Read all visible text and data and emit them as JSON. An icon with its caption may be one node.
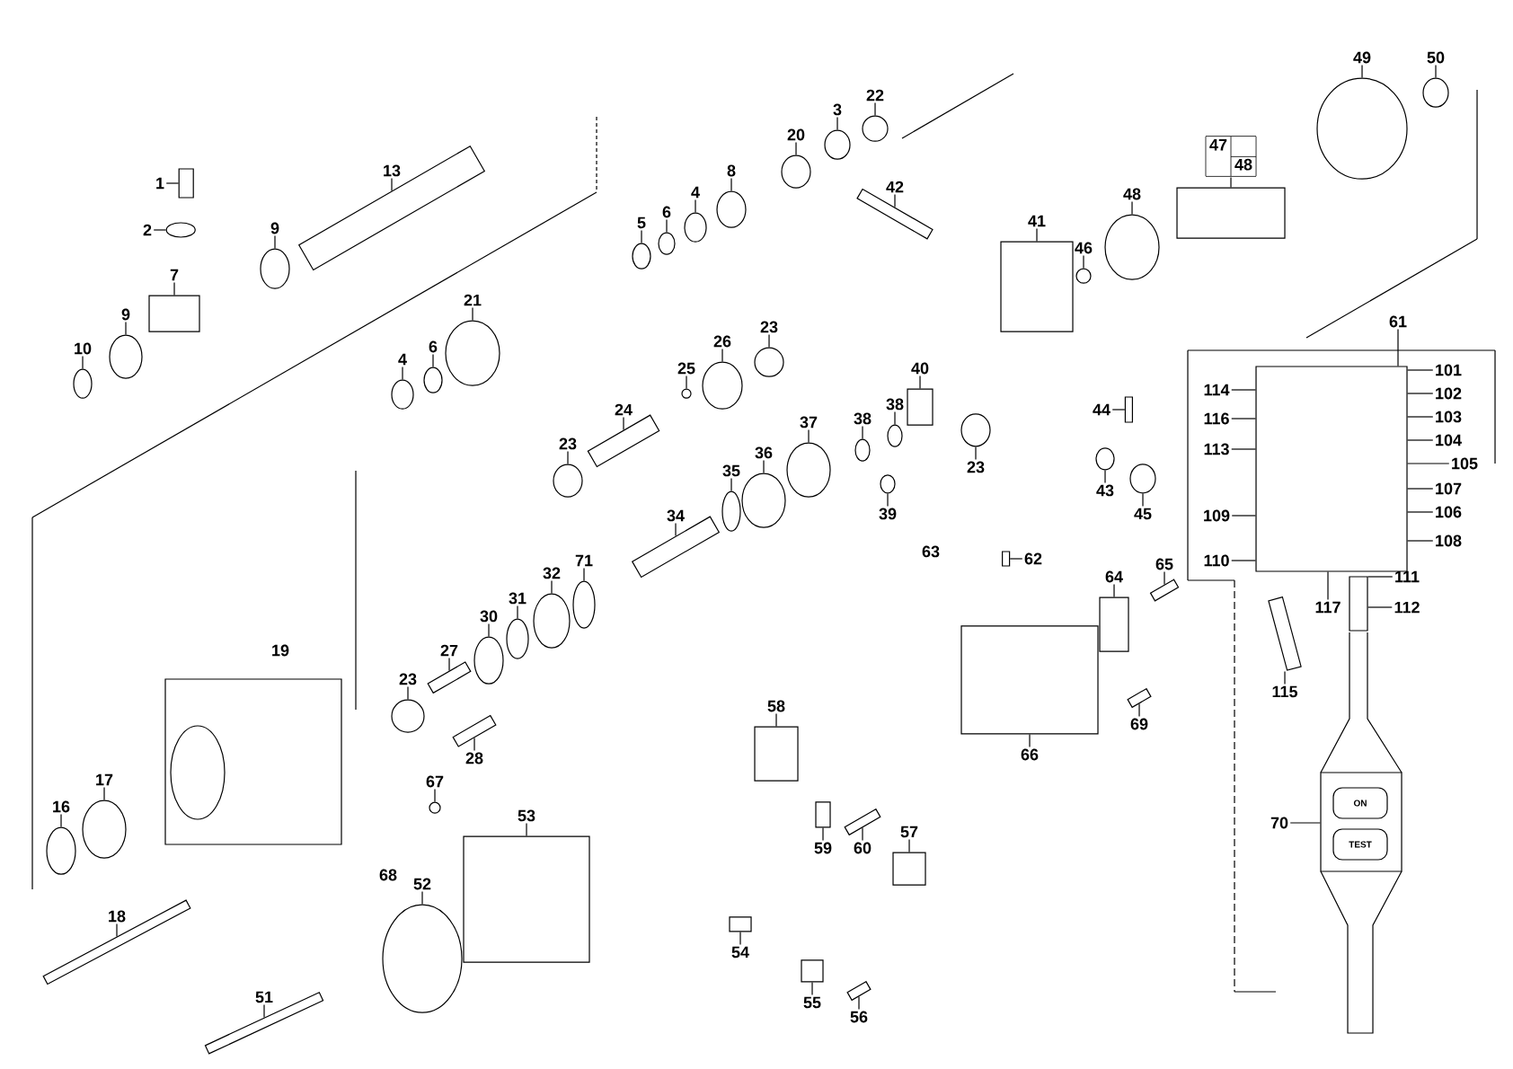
{
  "diagram": {
    "nodes": [
      {
        "text": [
          "1"
        ]
      },
      {
        "text": [
          "2"
        ]
      },
      {
        "text": [
          "13"
        ]
      },
      {
        "text": [
          "9"
        ]
      },
      {
        "text": [
          "7"
        ]
      },
      {
        "text": [
          "9"
        ]
      },
      {
        "text": [
          "10"
        ]
      },
      {
        "text": [
          "5"
        ]
      },
      {
        "text": [
          "6"
        ]
      },
      {
        "text": [
          "4"
        ]
      },
      {
        "text": [
          "8"
        ]
      },
      {
        "text": [
          "20"
        ]
      },
      {
        "text": [
          "3"
        ]
      },
      {
        "text": [
          "22"
        ]
      },
      {
        "text": [
          "42"
        ]
      },
      {
        "text": [
          "21"
        ]
      },
      {
        "text": [
          "4"
        ]
      },
      {
        "text": [
          "6"
        ]
      },
      {
        "text": [
          "25"
        ]
      },
      {
        "text": [
          "26"
        ]
      },
      {
        "text": [
          "24"
        ]
      },
      {
        "text": [
          "23"
        ]
      },
      {
        "text": [
          "23"
        ]
      },
      {
        "text": [
          "41"
        ]
      },
      {
        "text": [
          "46"
        ]
      },
      {
        "text": [
          "48"
        ]
      },
      {
        "text": [
          "47",
          "48"
        ]
      },
      {
        "text": [
          "49"
        ]
      },
      {
        "text": [
          "50"
        ]
      },
      {
        "text": [
          "61"
        ]
      },
      {
        "text": [
          "40"
        ]
      },
      {
        "text": [
          "38"
        ]
      },
      {
        "text": [
          "38"
        ]
      },
      {
        "text": [
          "37"
        ]
      },
      {
        "text": [
          "36"
        ]
      },
      {
        "text": [
          "35"
        ]
      },
      {
        "text": [
          "34"
        ]
      },
      {
        "text": [
          "39"
        ]
      },
      {
        "text": [
          "23"
        ]
      },
      {
        "text": [
          "44"
        ]
      },
      {
        "text": [
          "43"
        ]
      },
      {
        "text": [
          "45"
        ]
      },
      {
        "text": [
          "114"
        ]
      },
      {
        "text": [
          "116"
        ]
      },
      {
        "text": [
          "113"
        ]
      },
      {
        "text": [
          "109"
        ]
      },
      {
        "text": [
          "110"
        ]
      },
      {
        "text": [
          "101"
        ]
      },
      {
        "text": [
          "102"
        ]
      },
      {
        "text": [
          "103"
        ]
      },
      {
        "text": [
          "104"
        ]
      },
      {
        "text": [
          "105"
        ]
      },
      {
        "text": [
          "107"
        ]
      },
      {
        "text": [
          "106"
        ]
      },
      {
        "text": [
          "108"
        ]
      },
      {
        "text": [
          "111"
        ]
      },
      {
        "text": [
          "112"
        ]
      },
      {
        "text": [
          "117"
        ]
      },
      {
        "text": [
          "115"
        ]
      },
      {
        "text": [
          "70"
        ]
      },
      {
        "text": [
          "62"
        ]
      },
      {
        "text": [
          "64"
        ]
      },
      {
        "text": [
          "65"
        ]
      },
      {
        "text": [
          "66"
        ]
      },
      {
        "text": [
          "69"
        ]
      },
      {
        "text": [
          "58"
        ]
      },
      {
        "text": [
          "57"
        ]
      },
      {
        "text": [
          "59"
        ]
      },
      {
        "text": [
          "60"
        ]
      },
      {
        "text": [
          "54"
        ]
      },
      {
        "text": [
          "55"
        ]
      },
      {
        "text": [
          "56"
        ]
      },
      {
        "text": [
          "53"
        ]
      },
      {
        "text": [
          "52"
        ]
      },
      {
        "text": [
          "51"
        ]
      },
      {
        "text": [
          "18"
        ]
      },
      {
        "text": [
          "16"
        ]
      },
      {
        "text": [
          "17"
        ]
      },
      {
        "text": [
          "23"
        ]
      },
      {
        "text": [
          "27"
        ]
      },
      {
        "text": [
          "28"
        ]
      },
      {
        "text": [
          "30"
        ]
      },
      {
        "text": [
          "31"
        ]
      },
      {
        "text": [
          "32"
        ]
      },
      {
        "text": [
          "71"
        ]
      },
      {
        "text": [
          "67"
        ]
      },
      {
        "text": [],
        "shape": "box"
      },
      {
        "text": [],
        "shape": "circle"
      },
      {
        "text": [],
        "shape": "bar"
      },
      {
        "text": [],
        "shape": "circle"
      },
      {
        "text": [],
        "shape": "box"
      },
      {
        "text": [],
        "shape": "circle"
      },
      {
        "text": [],
        "shape": "circle"
      },
      {
        "text": [],
        "shape": "circle"
      },
      {
        "text": [],
        "shape": "circle"
      },
      {
        "text": [],
        "shape": "circle"
      },
      {
        "text": [],
        "shape": "circle"
      },
      {
        "text": [],
        "shape": "circle"
      },
      {
        "text": [],
        "shape": "circle"
      },
      {
        "text": [],
        "shape": "circle"
      },
      {
        "text": [],
        "shape": "bar"
      },
      {
        "text": [],
        "shape": "circle"
      },
      {
        "text": [],
        "shape": "circle"
      },
      {
        "text": [],
        "shape": "circle"
      },
      {
        "text": [],
        "shape": "circle"
      },
      {
        "text": [],
        "shape": "circle"
      },
      {
        "text": [],
        "shape": "bar"
      },
      {
        "text": [],
        "shape": "circle"
      },
      {
        "text": [],
        "shape": "circle"
      },
      {
        "text": [],
        "shape": "box"
      },
      {
        "text": [],
        "shape": "circle"
      },
      {
        "text": [],
        "shape": "circle"
      },
      {
        "text": [],
        "shape": "box"
      },
      {
        "text": [],
        "shape": "circle"
      },
      {
        "text": [],
        "shape": "circle"
      },
      {
        "text": [],
        "shape": "box"
      },
      {
        "text": [],
        "shape": "box"
      },
      {
        "text": [],
        "shape": "circle"
      },
      {
        "text": [],
        "shape": "circle"
      },
      {
        "text": [],
        "shape": "circle"
      },
      {
        "text": [],
        "shape": "circle"
      },
      {
        "text": [],
        "shape": "circle"
      },
      {
        "text": [],
        "shape": "bar"
      },
      {
        "text": [],
        "shape": "circle"
      },
      {
        "text": [],
        "shape": "circle"
      },
      {
        "text": [],
        "shape": "box"
      },
      {
        "text": [],
        "shape": "circle"
      },
      {
        "text": [],
        "shape": "circle"
      },
      {
        "text": [],
        "shape": "bar"
      },
      {
        "text": [],
        "shape": "bar"
      },
      {
        "text": [],
        "shape": "box"
      },
      {
        "text": [],
        "shape": "box"
      },
      {
        "text": [],
        "shape": "box"
      },
      {
        "text": [],
        "shape": "bar"
      },
      {
        "text": [],
        "shape": "box"
      },
      {
        "text": [],
        "shape": "bar"
      },
      {
        "text": [],
        "shape": "box"
      },
      {
        "text": [],
        "shape": "box"
      },
      {
        "text": [],
        "shape": "box"
      },
      {
        "text": [],
        "shape": "bar"
      },
      {
        "text": [],
        "shape": "box"
      },
      {
        "text": [],
        "shape": "box"
      },
      {
        "text": [],
        "shape": "bar"
      },
      {
        "text": [],
        "shape": "box"
      },
      {
        "text": [],
        "shape": "circle"
      },
      {
        "text": [],
        "shape": "bar"
      },
      {
        "text": [],
        "shape": "bar"
      },
      {
        "text": [],
        "shape": "circle"
      },
      {
        "text": [],
        "shape": "circle"
      },
      {
        "text": [],
        "shape": "circle"
      },
      {
        "text": [],
        "shape": "bar"
      },
      {
        "text": [],
        "shape": "bar"
      },
      {
        "text": [],
        "shape": "circle"
      },
      {
        "text": [],
        "shape": "circle"
      },
      {
        "text": [],
        "shape": "circle"
      },
      {
        "text": [],
        "shape": "circle"
      },
      {
        "text": [],
        "shape": "circle"
      }
    ],
    "edges": [
      {
        "from": 0,
        "to": 86,
        "arrow": "none"
      },
      {
        "from": 1,
        "to": 87,
        "arrow": "none"
      },
      {
        "from": 2,
        "to": 88,
        "arrow": "none"
      },
      {
        "from": 3,
        "to": 89,
        "arrow": "none"
      },
      {
        "from": 4,
        "to": 90,
        "arrow": "none"
      },
      {
        "from": 5,
        "to": 91,
        "arrow": "none"
      },
      {
        "from": 6,
        "to": 92,
        "arrow": "none"
      },
      {
        "from": 7,
        "to": 93,
        "arrow": "none"
      },
      {
        "from": 8,
        "to": 94,
        "arrow": "none"
      },
      {
        "from": 9,
        "to": 95,
        "arrow": "none"
      },
      {
        "from": 10,
        "to": 96,
        "arrow": "none"
      },
      {
        "from": 11,
        "to": 97,
        "arrow": "none"
      },
      {
        "from": 12,
        "to": 98,
        "arrow": "none"
      },
      {
        "from": 13,
        "to": 99,
        "arrow": "none"
      },
      {
        "from": 14,
        "to": 100,
        "arrow": "none"
      },
      {
        "from": 15,
        "to": 101,
        "arrow": "none"
      },
      {
        "from": 16,
        "to": 102,
        "arrow": "none"
      },
      {
        "from": 17,
        "to": 103,
        "arrow": "none"
      },
      {
        "from": 18,
        "to": 104,
        "arrow": "none"
      },
      {
        "from": 19,
        "to": 105,
        "arrow": "none"
      },
      {
        "from": 20,
        "to": 106,
        "arrow": "none"
      },
      {
        "from": 21,
        "to": 107,
        "arrow": "none"
      },
      {
        "from": 22,
        "to": 108,
        "arrow": "none"
      },
      {
        "from": 23,
        "to": 109,
        "arrow": "none"
      },
      {
        "from": 24,
        "to": 110,
        "arrow": "none"
      },
      {
        "from": 25,
        "to": 111,
        "arrow": "none"
      },
      {
        "from": 26,
        "to": 112,
        "arrow": "none"
      },
      {
        "from": 27,
        "to": 113,
        "arrow": "none"
      },
      {
        "from": 28,
        "to": 114,
        "arrow": "none"
      },
      {
        "from": 29,
        "to": 115,
        "arrow": "none"
      },
      {
        "from": 30,
        "to": 116,
        "arrow": "none"
      },
      {
        "from": 31,
        "to": 117,
        "arrow": "none"
      },
      {
        "from": 32,
        "to": 118,
        "arrow": "none"
      },
      {
        "from": 33,
        "to": 119,
        "arrow": "none"
      },
      {
        "from": 34,
        "to": 120,
        "arrow": "none"
      },
      {
        "from": 35,
        "to": 121,
        "arrow": "none"
      },
      {
        "from": 36,
        "to": 122,
        "arrow": "none"
      },
      {
        "from": 37,
        "to": 123,
        "arrow": "none"
      },
      {
        "from": 38,
        "to": 124,
        "arrow": "none"
      },
      {
        "from": 39,
        "to": 125,
        "arrow": "none"
      },
      {
        "from": 40,
        "to": 126,
        "arrow": "none"
      },
      {
        "from": 41,
        "to": 127,
        "arrow": "none"
      },
      {
        "from": 42,
        "to": 115,
        "arrow": "none"
      },
      {
        "from": 43,
        "to": 115,
        "arrow": "none"
      },
      {
        "from": 44,
        "to": 115,
        "arrow": "none"
      },
      {
        "from": 45,
        "to": 115,
        "arrow": "none"
      },
      {
        "from": 46,
        "to": 115,
        "arrow": "none"
      },
      {
        "from": 47,
        "to": 115,
        "arrow": "none"
      },
      {
        "from": 48,
        "to": 115,
        "arrow": "none"
      },
      {
        "from": 49,
        "to": 115,
        "arrow": "none"
      },
      {
        "from": 50,
        "to": 115,
        "arrow": "none"
      },
      {
        "from": 51,
        "to": 115,
        "arrow": "none"
      },
      {
        "from": 52,
        "to": 115,
        "arrow": "none"
      },
      {
        "from": 53,
        "to": 115,
        "arrow": "none"
      },
      {
        "from": 54,
        "to": 115,
        "arrow": "none"
      },
      {
        "from": 55,
        "to": 128,
        "arrow": "none"
      },
      {
        "from": 56,
        "to": 128,
        "arrow": "none"
      },
      {
        "from": 57,
        "to": 115,
        "arrow": "none"
      },
      {
        "from": 58,
        "to": 129,
        "arrow": "none"
      },
      {
        "from": 59,
        "to": 130,
        "arrow": "none"
      },
      {
        "from": 60,
        "to": 131,
        "arrow": "none"
      },
      {
        "from": 61,
        "to": 132,
        "arrow": "none"
      },
      {
        "from": 62,
        "to": 133,
        "arrow": "none"
      },
      {
        "from": 63,
        "to": 134,
        "arrow": "none"
      },
      {
        "from": 64,
        "to": 135,
        "arrow": "none"
      },
      {
        "from": 65,
        "to": 136,
        "arrow": "none"
      },
      {
        "from": 66,
        "to": 137,
        "arrow": "none"
      },
      {
        "from": 67,
        "to": 138,
        "arrow": "none"
      },
      {
        "from": 68,
        "to": 139,
        "arrow": "none"
      },
      {
        "from": 69,
        "to": 140,
        "arrow": "none"
      },
      {
        "from": 70,
        "to": 141,
        "arrow": "none"
      },
      {
        "from": 71,
        "to": 142,
        "arrow": "none"
      },
      {
        "from": 72,
        "to": 143,
        "arrow": "none"
      },
      {
        "from": 73,
        "to": 144,
        "arrow": "none"
      },
      {
        "from": 74,
        "to": 145,
        "arrow": "none"
      },
      {
        "from": 75,
        "to": 146,
        "arrow": "none"
      },
      {
        "from": 76,
        "to": 147,
        "arrow": "none"
      },
      {
        "from": 77,
        "to": 148,
        "arrow": "none"
      },
      {
        "from": 78,
        "to": 149,
        "arrow": "none"
      },
      {
        "from": 79,
        "to": 150,
        "arrow": "none"
      },
      {
        "from": 80,
        "to": 151,
        "arrow": "none"
      },
      {
        "from": 81,
        "to": 152,
        "arrow": "none"
      },
      {
        "from": 82,
        "to": 153,
        "arrow": "none"
      },
      {
        "from": 83,
        "to": 154,
        "arrow": "none"
      },
      {
        "from": 84,
        "to": 155,
        "arrow": "none"
      },
      {
        "from": 85,
        "to": 156,
        "arrow": "none"
      }
    ],
    "labels": [
      "19",
      "63",
      "68",
      "ON",
      "TEST"
    ]
  }
}
